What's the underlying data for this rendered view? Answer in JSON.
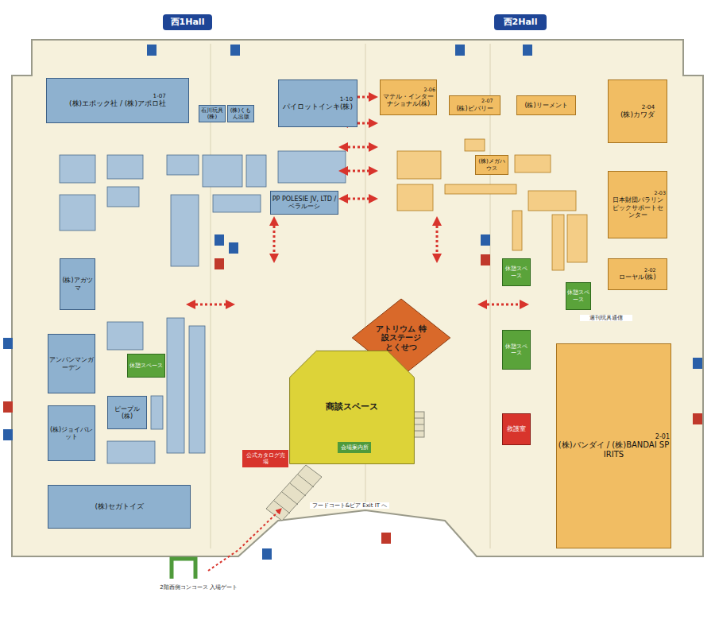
{
  "diagram": {
    "nodes": [
      {
        "text": [
          "西1Hall"
        ]
      },
      {
        "text": [
          "西2Hall"
        ]
      },
      {
        "text": [
          "1-07",
          "(株)エポック社 / (株)アポロ社"
        ]
      },
      {
        "text": [
          "石川玩具(株)"
        ]
      },
      {
        "text": [
          "(株)くもん出版"
        ]
      },
      {
        "text": [
          "1-10",
          "パイロットインキ(株)"
        ]
      },
      {
        "text": [
          "PP POLESIE JV, LTD / ベラルーシ"
        ]
      },
      {
        "text": [
          "(株)アガツマ"
        ]
      },
      {
        "text": [
          "アンパンマンガーデン"
        ]
      },
      {
        "text": [
          "ピープル(株)"
        ]
      },
      {
        "text": [
          "(株)ジョイパレット"
        ]
      },
      {
        "text": [
          "(株)セガトイズ"
        ]
      },
      {
        "text": [
          "アトリウム 特設ステージ",
          "とくせつ"
        ]
      },
      {
        "text": [
          "商談スペース"
        ]
      },
      {
        "text": [
          "公式カタログ売場"
        ]
      },
      {
        "text": [
          "会場案内所"
        ]
      },
      {
        "text": [
          "2-06",
          "マテル・インターナショナル(株)"
        ]
      },
      {
        "text": [
          "2-07",
          "(株)ビバリー"
        ]
      },
      {
        "text": [
          "(株)リーメント"
        ]
      },
      {
        "text": [
          "2-04",
          "(株)カワダ"
        ]
      },
      {
        "text": [
          "(株)メガハウス"
        ]
      },
      {
        "text": [
          "2-03",
          "日本財団パラリンピックサポートセンター"
        ]
      },
      {
        "text": [
          "休憩スペース"
        ]
      },
      {
        "text": [
          "休憩スペース"
        ]
      },
      {
        "text": [
          "2-02",
          "ローヤル(株)"
        ]
      },
      {
        "text": [
          "休憩スペース"
        ]
      },
      {
        "text": [
          "救護室"
        ]
      },
      {
        "text": [
          "2-01",
          "(株)バンダイ / (株)BANDAI SPIRITS"
        ]
      },
      {
        "text": [
          "休憩スペース"
        ]
      }
    ],
    "labels": [
      "2階西側コンコース 入場ゲート",
      "フードコート&ピア Exit IT へ",
      "週刊玩具通信"
    ]
  }
}
